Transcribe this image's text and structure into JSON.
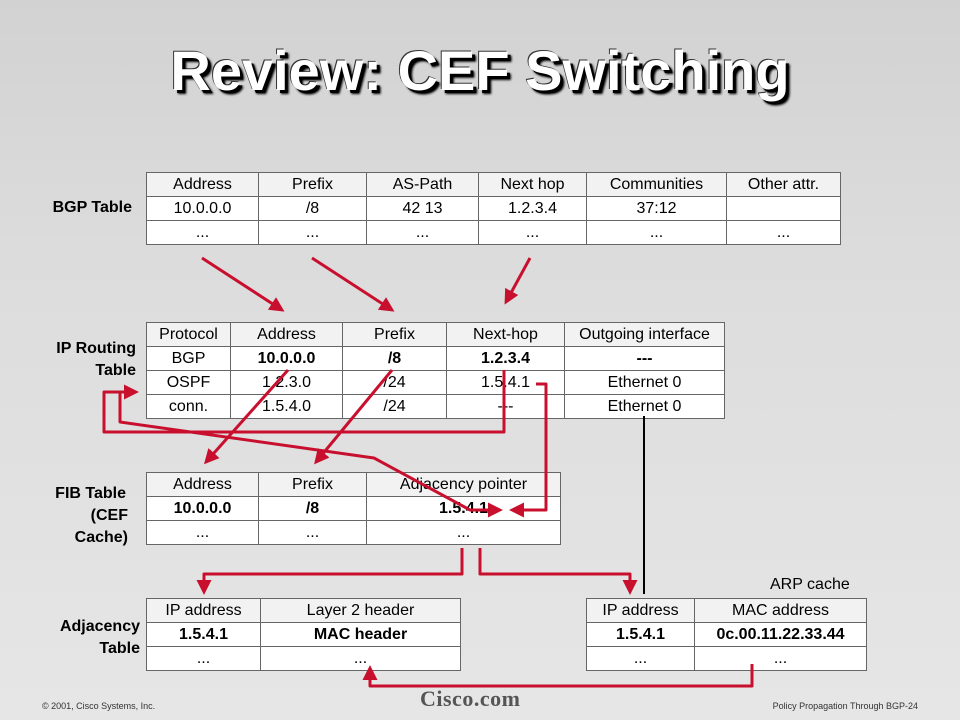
{
  "title": "Review: CEF Switching",
  "bgp_table": {
    "label": "BGP Table",
    "headers": [
      "Address",
      "Prefix",
      "AS-Path",
      "Next hop",
      "Communities",
      "Other attr."
    ],
    "rows": [
      [
        "10.0.0.0",
        "/8",
        "42 13",
        "1.2.3.4",
        "37:12",
        ""
      ],
      [
        "...",
        "...",
        "...",
        "...",
        "...",
        "..."
      ]
    ]
  },
  "ip_routing_table": {
    "label_line1": "IP Routing",
    "label_line2": "Table",
    "headers": [
      "Protocol",
      "Address",
      "Prefix",
      "Next-hop",
      "Outgoing interface"
    ],
    "rows": [
      [
        "BGP",
        "10.0.0.0",
        "/8",
        "1.2.3.4",
        "---"
      ],
      [
        "OSPF",
        "1.2.3.0",
        "/24",
        "1.5.4.1",
        "Ethernet 0"
      ],
      [
        "conn.",
        "1.5.4.0",
        "/24",
        "---",
        "Ethernet 0"
      ]
    ]
  },
  "fib_table": {
    "label_line1": "FIB Table",
    "label_line2": "(CEF",
    "label_line3": "Cache)",
    "headers": [
      "Address",
      "Prefix",
      "Adjacency pointer"
    ],
    "rows": [
      [
        "10.0.0.0",
        "/8",
        "1.5.4.1"
      ],
      [
        "...",
        "...",
        "..."
      ]
    ]
  },
  "adjacency_table": {
    "label_line1": "Adjacency",
    "label_line2": "Table",
    "headers": [
      "IP address",
      "Layer 2 header"
    ],
    "rows": [
      [
        "1.5.4.1",
        "MAC header"
      ],
      [
        "...",
        "..."
      ]
    ]
  },
  "arp_cache": {
    "label": "ARP cache",
    "headers": [
      "IP address",
      "MAC address"
    ],
    "rows": [
      [
        "1.5.4.1",
        "0c.00.11.22.33.44"
      ],
      [
        "...",
        "..."
      ]
    ]
  },
  "footer": {
    "copyright": "© 2001, Cisco Systems, Inc.",
    "logo": "Cisco.com",
    "page": "Policy Propagation Through BGP-24"
  },
  "colors": {
    "arrow": "#c8102e",
    "title": "#ffffff"
  }
}
